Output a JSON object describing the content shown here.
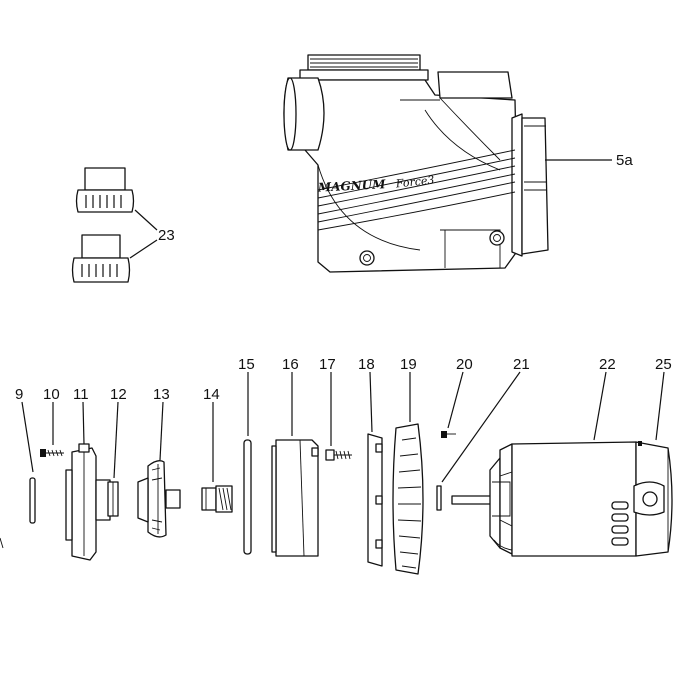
{
  "brand": {
    "logo_text": "MAGNUM",
    "logo_script": "Force3"
  },
  "callouts": {
    "c5a": "5a",
    "c23": "23",
    "c9": "9",
    "c10": "10",
    "c11": "11",
    "c12": "12",
    "c13": "13",
    "c14": "14",
    "c15": "15",
    "c16": "16",
    "c17": "17",
    "c18": "18",
    "c19": "19",
    "c20": "20",
    "c21": "21",
    "c22": "22",
    "c25": "25"
  }
}
